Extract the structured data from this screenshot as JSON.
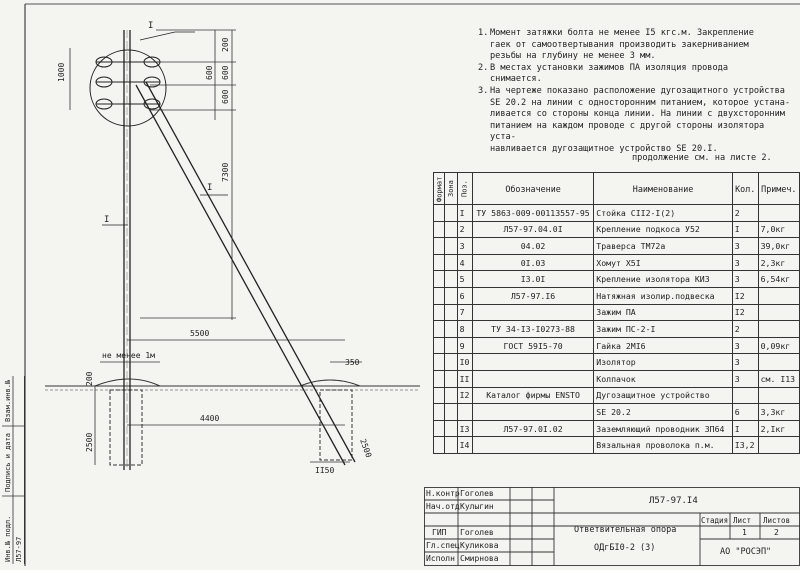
{
  "notes": [
    {
      "num": "1.",
      "text": "Момент затяжки болта не менее I5 кгс.м. Закрепление"
    },
    {
      "num": "",
      "text": "гаек от самоотвертывания производить закерниванием"
    },
    {
      "num": "",
      "text": "резьбы на глубину не менее 3 мм."
    },
    {
      "num": "2.",
      "text": "В местах установки зажимов ПА изоляция провода"
    },
    {
      "num": "",
      "text": "снимается."
    },
    {
      "num": "3.",
      "text": "На чертеже показано расположение дугозащитного устройства"
    },
    {
      "num": "",
      "text": "SE 20.2 на линии с односторонним питанием, которое устана-"
    },
    {
      "num": "",
      "text": "ливается со стороны конца линии. На линии с двухсторонним"
    },
    {
      "num": "",
      "text": "питанием на каждом проводе с другой стороны изолятора уста-"
    },
    {
      "num": "",
      "text": "навливается дугозащитное устройство SE 20.I."
    }
  ],
  "continuation": "продолжение см. на листе 2.",
  "spec": {
    "headers": {
      "format": "Формат",
      "zone": "Зона",
      "pos": "Поз.",
      "designation": "Обозначение",
      "name": "Наименование",
      "qty": "Кол.",
      "remark": "Примеч."
    },
    "rows": [
      {
        "pos": "I",
        "designation": "ТУ 5863-009-00113557-95",
        "name": "Стойка СII2-I(2)",
        "qty": "2",
        "remark": ""
      },
      {
        "pos": "2",
        "designation": "Л57-97.04.0I",
        "name": "Крепление подкоса У52",
        "qty": "I",
        "remark": "7,0кг"
      },
      {
        "pos": "3",
        "designation": "04.02",
        "name": "Траверса ТМ72а",
        "qty": "3",
        "remark": "39,0кг"
      },
      {
        "pos": "4",
        "designation": "0I.03",
        "name": "Хомут Х5I",
        "qty": "3",
        "remark": "2,3кг"
      },
      {
        "pos": "5",
        "designation": "I3.0I",
        "name": "Крепление изолятора КИЗ",
        "qty": "3",
        "remark": "6,54кг"
      },
      {
        "pos": "6",
        "designation": "Л57-97.I6",
        "name": "Натяжная изолир.подвеска",
        "qty": "I2",
        "remark": ""
      },
      {
        "pos": "7",
        "designation": "",
        "name": "Зажим ПА",
        "qty": "I2",
        "remark": ""
      },
      {
        "pos": "8",
        "designation": "ТУ 34-I3-I0273-88",
        "name": "Зажим ПС-2-I",
        "qty": "2",
        "remark": ""
      },
      {
        "pos": "9",
        "designation": "ГОСТ 59I5-70",
        "name": "Гайка 2МI6",
        "qty": "3",
        "remark": "0,09кг"
      },
      {
        "pos": "I0",
        "designation": "",
        "name": "Изолятор",
        "qty": "3",
        "remark": ""
      },
      {
        "pos": "II",
        "designation": "",
        "name": "Колпачок",
        "qty": "3",
        "remark": "см. I13"
      },
      {
        "pos": "I2",
        "designation": "Каталог фирмы ENSTO",
        "name": "Дугозащитное устройство",
        "qty": "",
        "remark": ""
      },
      {
        "pos": "",
        "designation": "",
        "name": "SE 20.2",
        "qty": "6",
        "remark": "3,3кг"
      },
      {
        "pos": "I3",
        "designation": "Л57-97.0I.02",
        "name": "Заземляющий проводник ЗП64",
        "qty": "I",
        "remark": "2,Iкг"
      },
      {
        "pos": "I4",
        "designation": "",
        "name": "Вязальная проволока п.м.",
        "qty": "I3,2",
        "remark": ""
      }
    ]
  },
  "title_block": {
    "doc_code": "Л57-97.I4",
    "roles": [
      "Н.контр",
      "Нач.отд",
      "",
      "ГИП",
      "Гл.спец",
      "Исполн"
    ],
    "names": [
      "Гоголев",
      "Кулыгин",
      "",
      "Гоголев",
      "Куликова",
      "Смирнова"
    ],
    "title": "Ответвительная опора",
    "subtitle": "ОДгБI0-2 (3)",
    "stage_label": "Стадия",
    "sheet_label": "Лист",
    "sheets_label": "Листов",
    "sheet_value": "1",
    "sheets_value": "2",
    "org": "АО \"РОСЭП\""
  },
  "drawing": {
    "labels": {
      "callout1": "I",
      "callout2": "I",
      "callout3": "I",
      "dim_1000": "1000",
      "dim_200": "200",
      "dim_600a": "600",
      "dim_600b": "600",
      "dim_600c": "600",
      "dim_7300": "7300",
      "dim_5500": "5500",
      "dim_4400": "4400",
      "dim_min": "не менее 1м",
      "dim_200b": "200",
      "dim_2500": "2500",
      "dim_350": "350",
      "dim_2500b": "2500",
      "dim_1150": "II50"
    }
  },
  "side_stamp": {
    "lines": [
      "Инв.№ подл.",
      "Подпись и дата",
      "Взам.инв.№"
    ],
    "code": "Л57-97"
  }
}
